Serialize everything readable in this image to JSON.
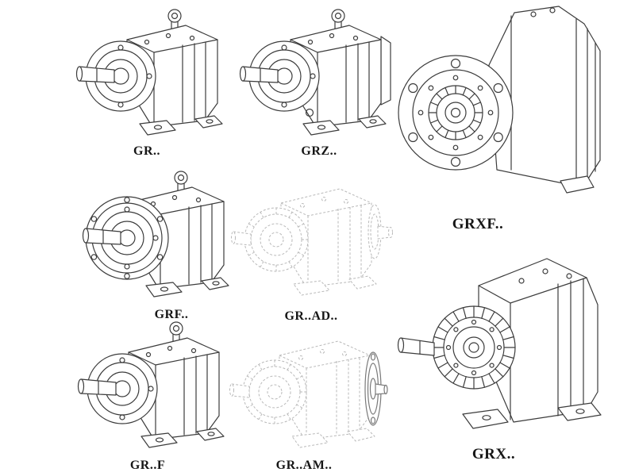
{
  "page": {
    "background": "#ffffff",
    "line_color": "#3c3c3c",
    "ghost_line_color": "#b9b9b9",
    "label_color": "#161616"
  },
  "figures": [
    {
      "id": "gr",
      "label": "GR..",
      "style": "solid",
      "description": "foot-mounted-helical-gear-unit"
    },
    {
      "id": "grz",
      "label": "GRZ..",
      "style": "solid",
      "description": "foot-mounted-helical-gear-unit-extended"
    },
    {
      "id": "grxf",
      "label": "GRXF..",
      "style": "solid",
      "description": "flange-mounted-gear-unit-front-view"
    },
    {
      "id": "grf",
      "label": "GRF..",
      "style": "solid",
      "description": "flange-mounted-helical-gear-unit"
    },
    {
      "id": "gr-ad",
      "label": "GR..AD..",
      "style": "dashed",
      "description": "gear-unit-with-input-adapter"
    },
    {
      "id": "gr-f",
      "label": "GR..F",
      "style": "solid",
      "description": "foot-mounted-helical-gear-unit"
    },
    {
      "id": "gr-am",
      "label": "GR..AM..",
      "style": "dashed",
      "description": "gear-unit-with-motor-adapter-flange"
    },
    {
      "id": "grx",
      "label": "GRX..",
      "style": "solid",
      "description": "large-foot-mounted-gear-unit"
    }
  ]
}
